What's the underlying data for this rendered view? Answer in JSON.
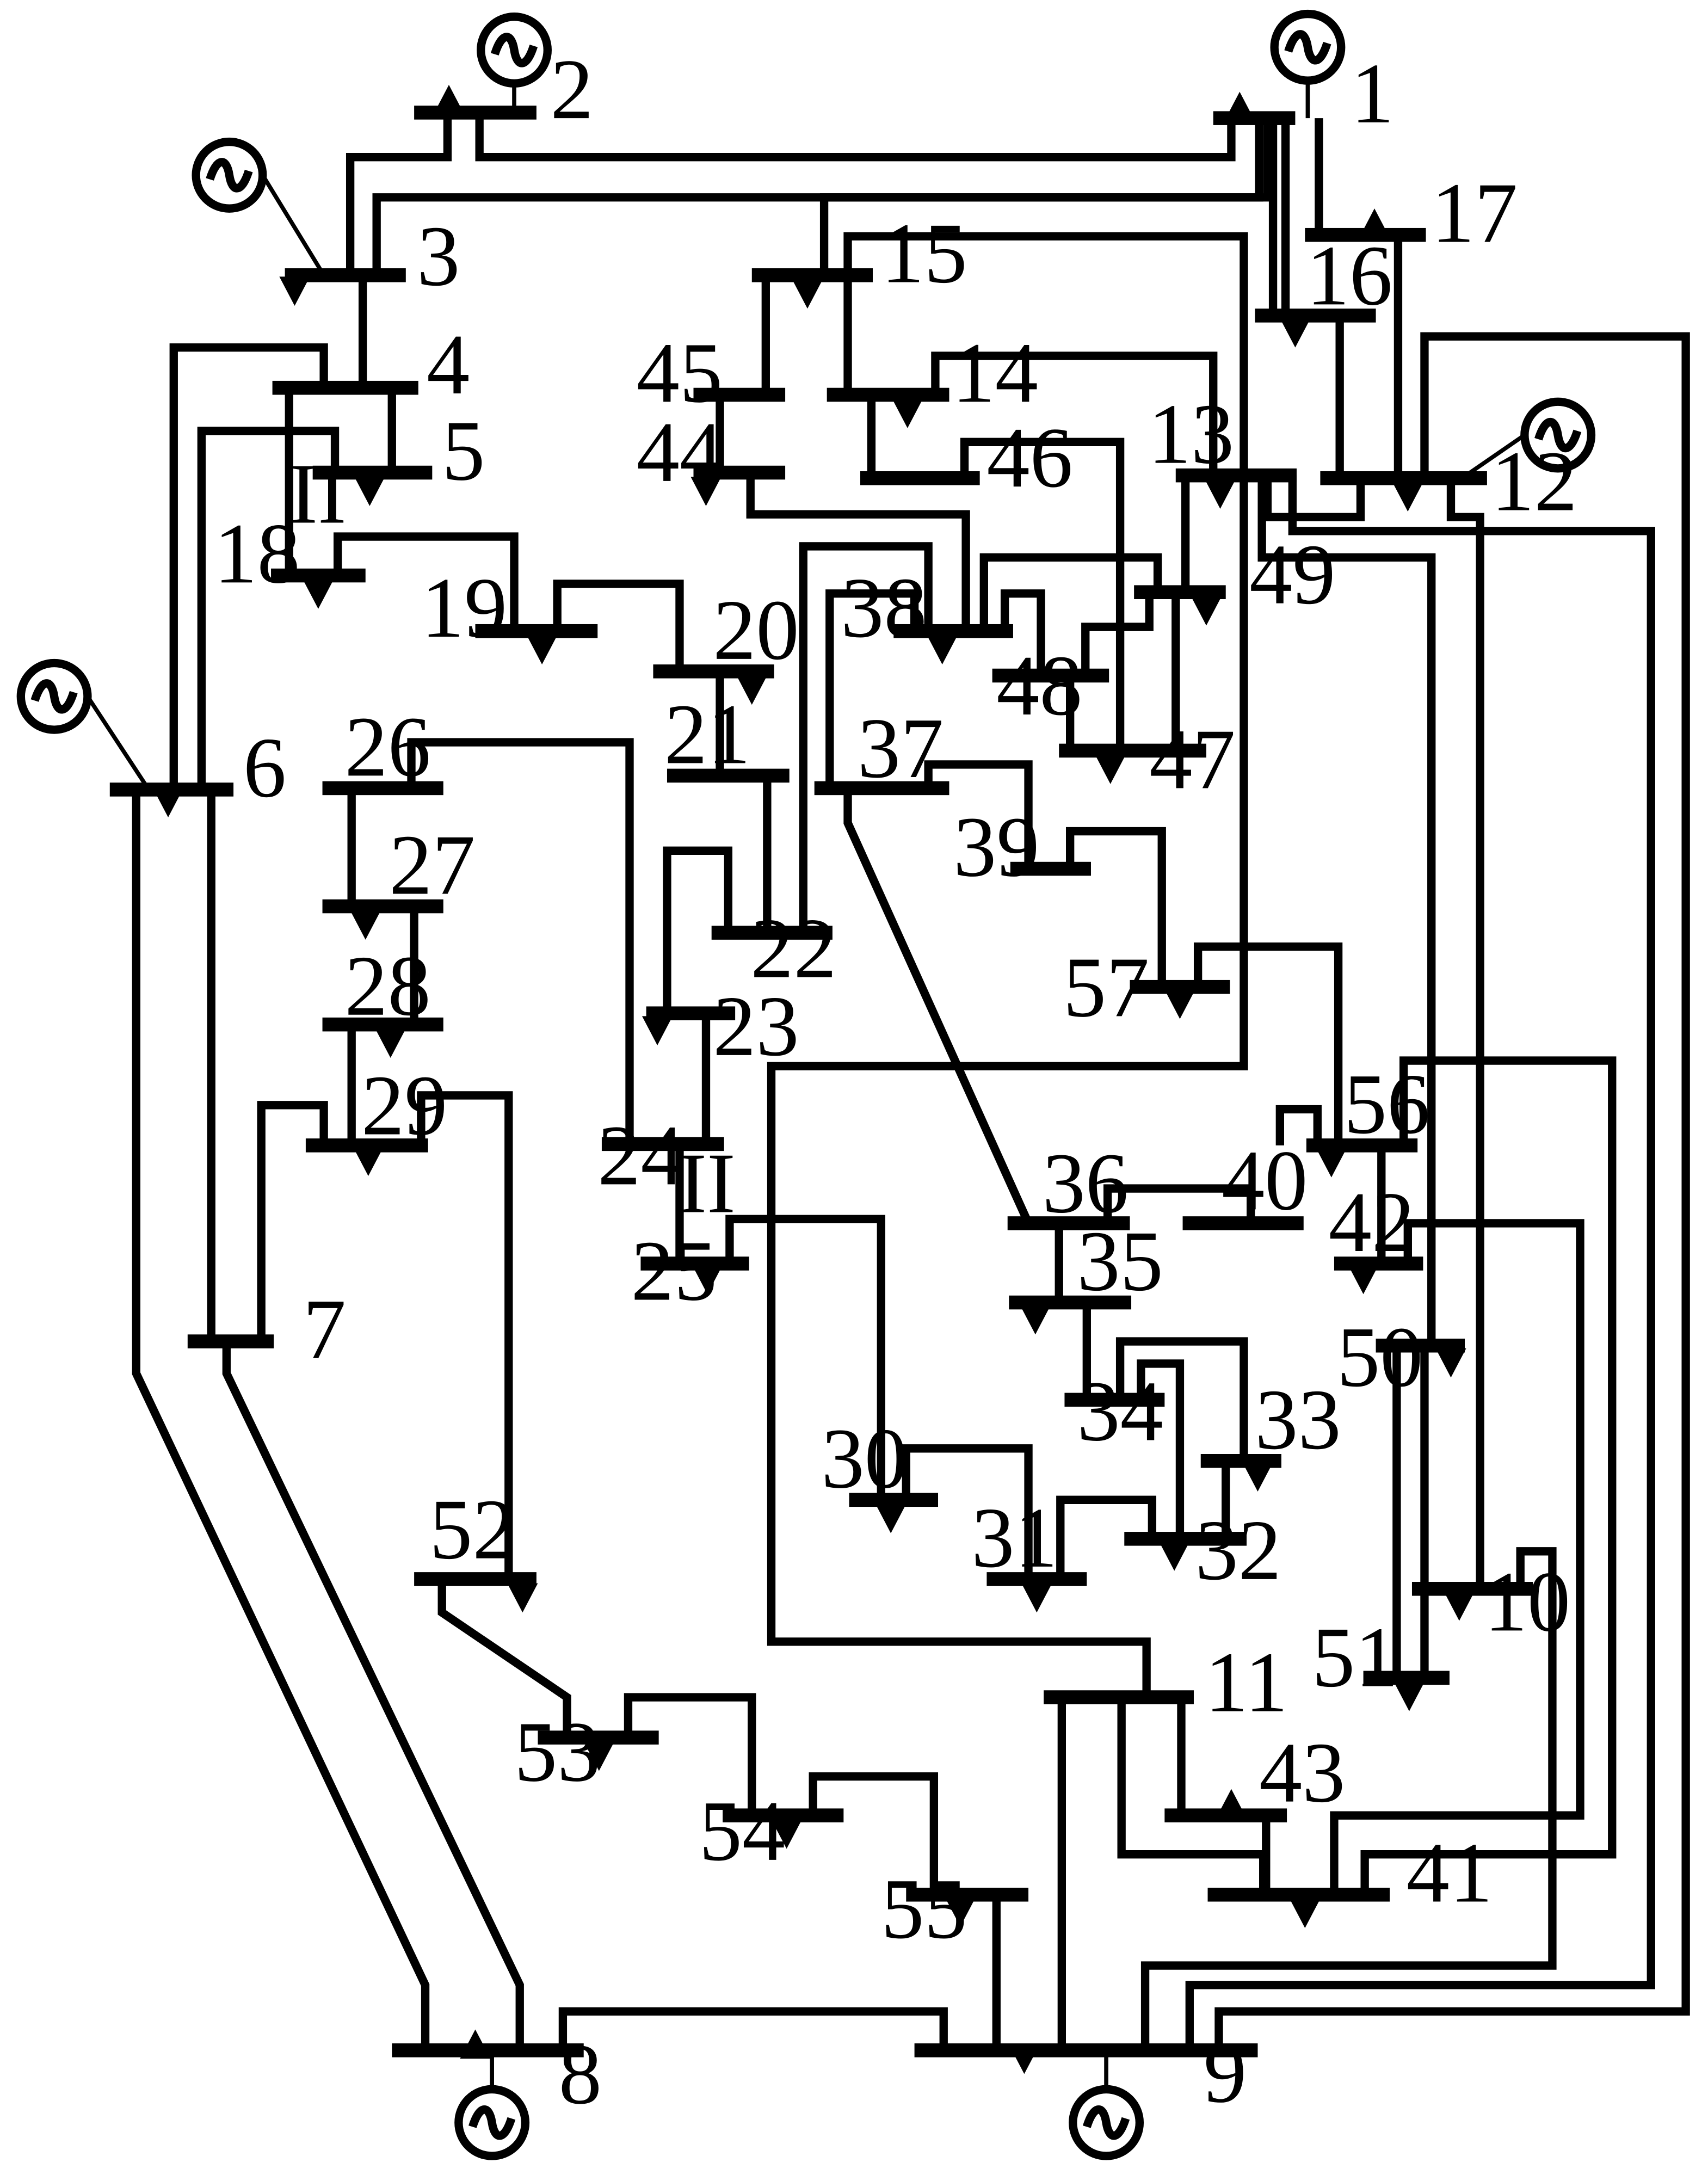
{
  "diagram": {
    "buses": [
      {
        "id": "1",
        "label": "1"
      },
      {
        "id": "2",
        "label": "2"
      },
      {
        "id": "3",
        "label": "3"
      },
      {
        "id": "4",
        "label": "4"
      },
      {
        "id": "5",
        "label": "5"
      },
      {
        "id": "6",
        "label": "6"
      },
      {
        "id": "7",
        "label": "7"
      },
      {
        "id": "8",
        "label": "8"
      },
      {
        "id": "9",
        "label": "9"
      },
      {
        "id": "10",
        "label": "10"
      },
      {
        "id": "11",
        "label": "11"
      },
      {
        "id": "12",
        "label": "12"
      },
      {
        "id": "13",
        "label": "13"
      },
      {
        "id": "14",
        "label": "14"
      },
      {
        "id": "15",
        "label": "15"
      },
      {
        "id": "16",
        "label": "16"
      },
      {
        "id": "17",
        "label": "17"
      },
      {
        "id": "18",
        "label": "18"
      },
      {
        "id": "19",
        "label": "19"
      },
      {
        "id": "20",
        "label": "20"
      },
      {
        "id": "21",
        "label": "21"
      },
      {
        "id": "22",
        "label": "22"
      },
      {
        "id": "23",
        "label": "23"
      },
      {
        "id": "24",
        "label": "24"
      },
      {
        "id": "25",
        "label": "25"
      },
      {
        "id": "26",
        "label": "26"
      },
      {
        "id": "27",
        "label": "27"
      },
      {
        "id": "28",
        "label": "28"
      },
      {
        "id": "29",
        "label": "29"
      },
      {
        "id": "30",
        "label": "30"
      },
      {
        "id": "31",
        "label": "31"
      },
      {
        "id": "32",
        "label": "32"
      },
      {
        "id": "33",
        "label": "33"
      },
      {
        "id": "34",
        "label": "34"
      },
      {
        "id": "35",
        "label": "35"
      },
      {
        "id": "36",
        "label": "36"
      },
      {
        "id": "37",
        "label": "37"
      },
      {
        "id": "38",
        "label": "38"
      },
      {
        "id": "39",
        "label": "39"
      },
      {
        "id": "40",
        "label": "40"
      },
      {
        "id": "41",
        "label": "41"
      },
      {
        "id": "42",
        "label": "42"
      },
      {
        "id": "43",
        "label": "43"
      },
      {
        "id": "44",
        "label": "44"
      },
      {
        "id": "45",
        "label": "45"
      },
      {
        "id": "46",
        "label": "46"
      },
      {
        "id": "47",
        "label": "47"
      },
      {
        "id": "48",
        "label": "48"
      },
      {
        "id": "49",
        "label": "49"
      },
      {
        "id": "50",
        "label": "50"
      },
      {
        "id": "51",
        "label": "51"
      },
      {
        "id": "52",
        "label": "52"
      },
      {
        "id": "53",
        "label": "53"
      },
      {
        "id": "54",
        "label": "54"
      },
      {
        "id": "55",
        "label": "55"
      },
      {
        "id": "56",
        "label": "56"
      },
      {
        "id": "57",
        "label": "57"
      }
    ],
    "generator_buses": [
      "1",
      "2",
      "3",
      "6",
      "8",
      "9",
      "12"
    ],
    "transformer_marks": [
      "II",
      "II"
    ],
    "symbols": {
      "bus": "horizontal-bar",
      "generator": "circle-sine-icon",
      "load": "down-arrow-icon",
      "injection": "up-arrow-icon"
    }
  }
}
